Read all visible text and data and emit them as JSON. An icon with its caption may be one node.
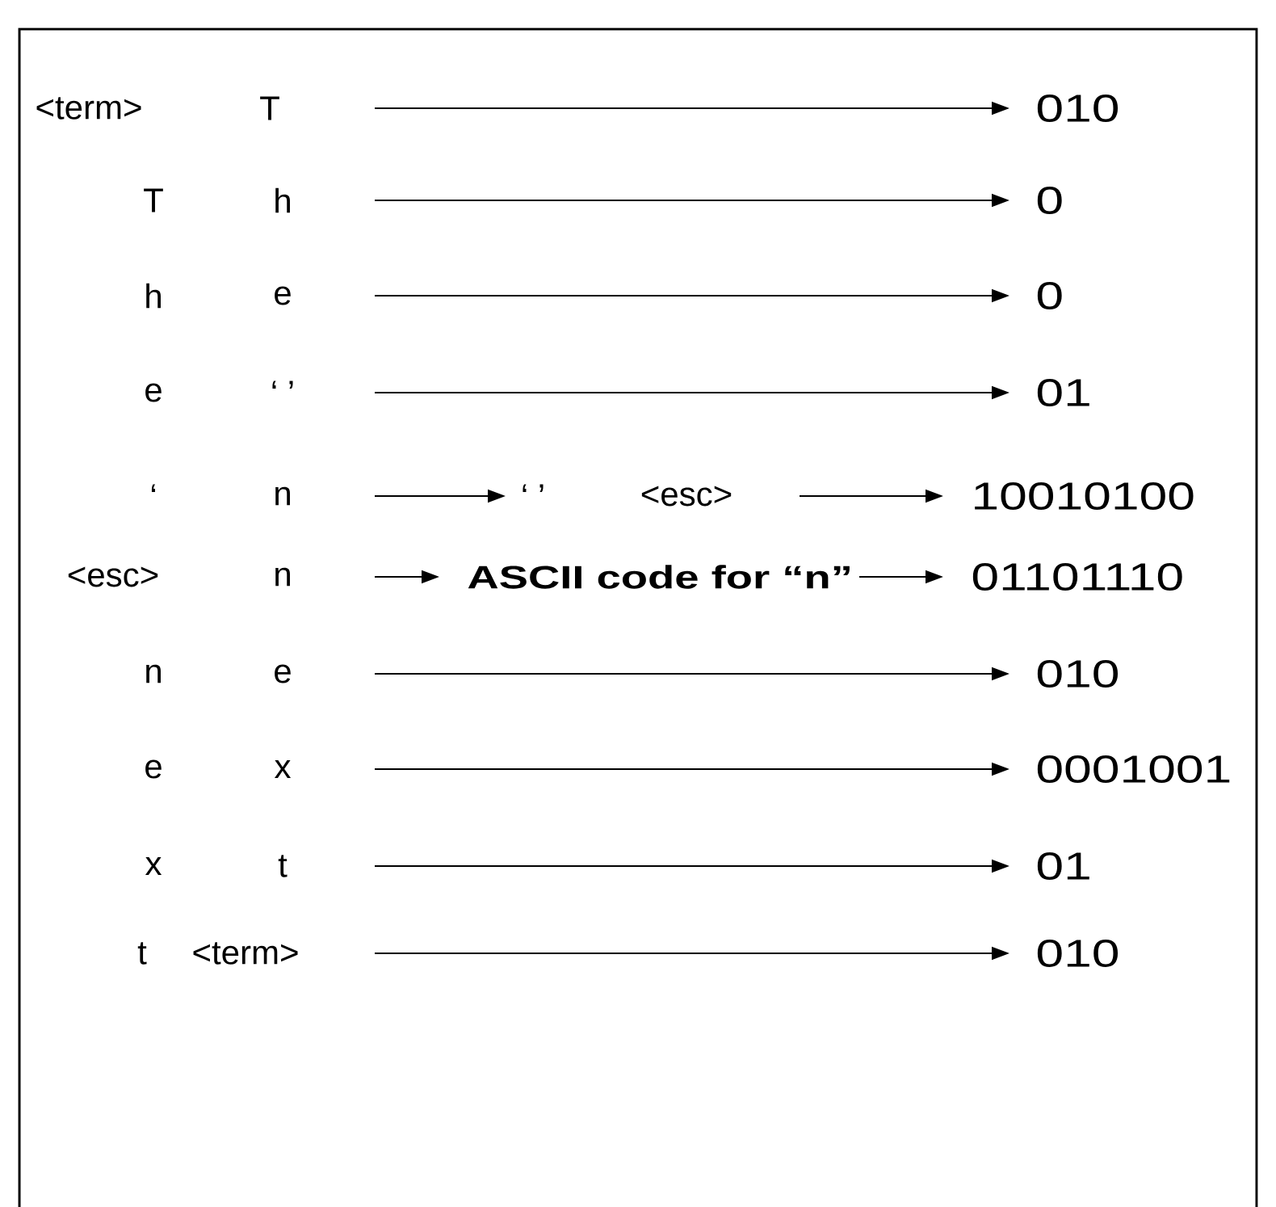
{
  "diagram": {
    "nodes": [
      {
        "text": [
          "<term>",
          "T"
        ]
      },
      {
        "text": [
          "010"
        ]
      },
      {
        "text": [
          "T",
          "h"
        ]
      },
      {
        "text": [
          "0"
        ]
      },
      {
        "text": [
          "h",
          "e"
        ]
      },
      {
        "text": [
          "0"
        ]
      },
      {
        "text": [
          "e",
          "‘ ’"
        ]
      },
      {
        "text": [
          "01"
        ]
      },
      {
        "text": [
          "‘",
          "n"
        ]
      },
      {
        "text": [
          "‘ ’",
          "<esc>"
        ]
      },
      {
        "text": [
          "10010100"
        ]
      },
      {
        "text": [
          "<esc>",
          "n"
        ]
      },
      {
        "text": [
          "ASCII code for “n”"
        ]
      },
      {
        "text": [
          "01101110"
        ]
      },
      {
        "text": [
          "n",
          "e"
        ]
      },
      {
        "text": [
          "010"
        ]
      },
      {
        "text": [
          "e",
          "x"
        ]
      },
      {
        "text": [
          "0001001"
        ]
      },
      {
        "text": [
          "x",
          "t"
        ]
      },
      {
        "text": [
          "01"
        ]
      },
      {
        "text": [
          "t",
          "<term>"
        ]
      },
      {
        "text": [
          "010"
        ]
      }
    ],
    "edges": [
      {
        "from": 0,
        "to": 1,
        "arrow": "to"
      },
      {
        "from": 2,
        "to": 3,
        "arrow": "to"
      },
      {
        "from": 4,
        "to": 5,
        "arrow": "to"
      },
      {
        "from": 6,
        "to": 7,
        "arrow": "to"
      },
      {
        "from": 8,
        "to": 9,
        "arrow": "to"
      },
      {
        "from": 9,
        "to": 10,
        "arrow": "to"
      },
      {
        "from": 11,
        "to": 12,
        "arrow": "to"
      },
      {
        "from": 12,
        "to": 13,
        "arrow": "to"
      },
      {
        "from": 14,
        "to": 15,
        "arrow": "to"
      },
      {
        "from": 16,
        "to": 17,
        "arrow": "to"
      },
      {
        "from": 18,
        "to": 19,
        "arrow": "to"
      },
      {
        "from": 20,
        "to": 21,
        "arrow": "to"
      }
    ]
  }
}
